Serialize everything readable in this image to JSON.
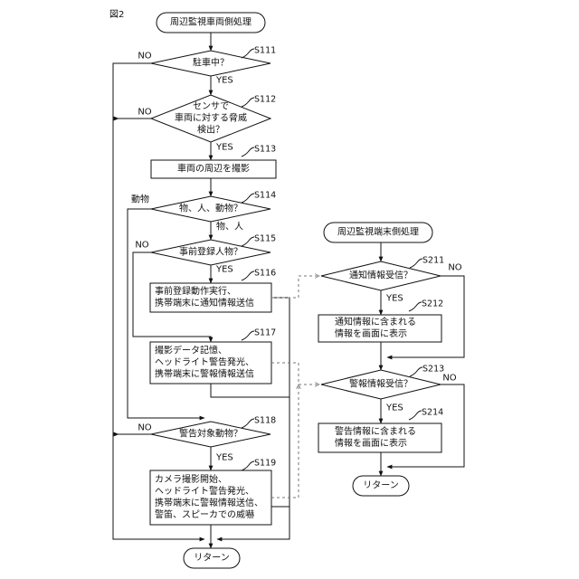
{
  "figure_label": "図2",
  "vehicle": {
    "start": "周辺監視車両側処理",
    "s111": {
      "step": "S111",
      "text": "駐車中？"
    },
    "s112": {
      "step": "S112",
      "lines": [
        "センサで",
        "車両に対する脅威",
        "検出？"
      ]
    },
    "s113": {
      "step": "S113",
      "text": "車両の周辺を撮影"
    },
    "s114": {
      "step": "S114",
      "text": "物、人、動物？"
    },
    "s115": {
      "step": "S115",
      "text": "事前登録人物？"
    },
    "s116": {
      "step": "S116",
      "lines": [
        "事前登録動作実行、",
        "携帯端末に通知情報送信"
      ]
    },
    "s117": {
      "step": "S117",
      "lines": [
        "撮影データ記憶、",
        "ヘッドライト警告発光、",
        "携帯端末に警報情報送信"
      ]
    },
    "s118": {
      "step": "S118",
      "text": "警告対象動物？"
    },
    "s119": {
      "step": "S119",
      "lines": [
        "カメラ撮影開始、",
        "ヘッドライト警告発光、",
        "携帯端末に警報情報送信、",
        "警笛、スピーカでの威嚇"
      ]
    },
    "end": "リターン"
  },
  "terminal": {
    "start": "周辺監視端末側処理",
    "s211": {
      "step": "S211",
      "text": "通知情報受信？"
    },
    "s212": {
      "step": "S212",
      "lines": [
        "通知情報に含まれる",
        "情報を画面に表示"
      ]
    },
    "s213": {
      "step": "S213",
      "text": "警報情報受信？"
    },
    "s214": {
      "step": "S214",
      "lines": [
        "警告情報に含まれる",
        "情報を画面に表示"
      ]
    },
    "end": "リターン"
  },
  "branch_labels": {
    "yes": "YES",
    "no": "NO",
    "animal": "動物",
    "thing_person": "物、人"
  }
}
